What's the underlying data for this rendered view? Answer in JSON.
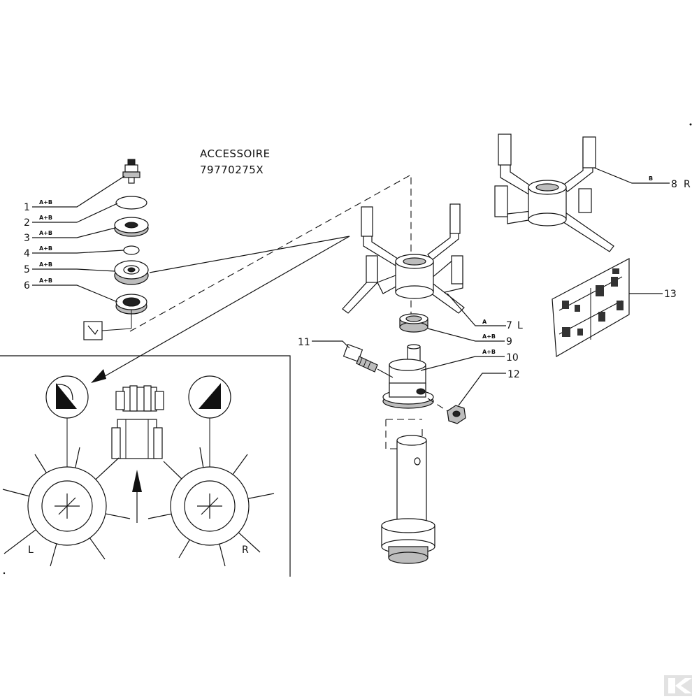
{
  "accessory": {
    "title": "ACCESSOIRE",
    "code": "79770275X"
  },
  "callouts": [
    {
      "number": "1",
      "tag": "A+B"
    },
    {
      "number": "2",
      "tag": "A+B"
    },
    {
      "number": "3",
      "tag": "A+B"
    },
    {
      "number": "4",
      "tag": "A+B"
    },
    {
      "number": "5",
      "tag": "A+B"
    },
    {
      "number": "6",
      "tag": "A+B"
    },
    {
      "number": "7",
      "tag": "A",
      "suffix": "L"
    },
    {
      "number": "8",
      "tag": "B",
      "suffix": "R"
    },
    {
      "number": "9",
      "tag": "A+B"
    },
    {
      "number": "10",
      "tag": "A+B"
    },
    {
      "number": "11",
      "tag": ""
    },
    {
      "number": "12",
      "tag": ""
    },
    {
      "number": "13",
      "tag": ""
    }
  ],
  "rotors": {
    "left_label": "L",
    "right_label": "R"
  },
  "icons": [
    "tool-symbol-icon",
    "tractor-icon",
    "direction-arrow-icon",
    "rotor-icon",
    "decal-sticker-icon",
    "brand-logo-icon"
  ]
}
